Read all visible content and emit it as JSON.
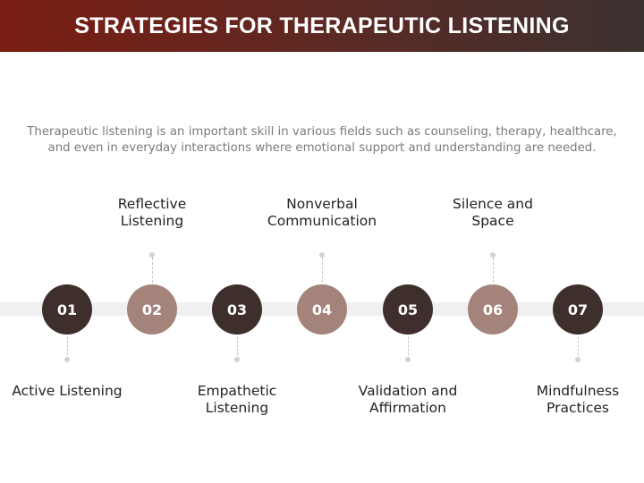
{
  "header": {
    "title": "STRATEGIES FOR THERAPEUTIC LISTENING"
  },
  "intro": {
    "line1": "Therapeutic listening is an important skill in various fields such as counseling, therapy, healthcare,",
    "line2": "and even in everyday interactions where emotional support and understanding are needed."
  },
  "steps": [
    {
      "num": "01",
      "label1": "Active Listening",
      "label2": ""
    },
    {
      "num": "02",
      "label1": "Reflective",
      "label2": "Listening"
    },
    {
      "num": "03",
      "label1": "Empathetic",
      "label2": "Listening"
    },
    {
      "num": "04",
      "label1": "Nonverbal",
      "label2": "Communication"
    },
    {
      "num": "05",
      "label1": "Validation and",
      "label2": "Affirmation"
    },
    {
      "num": "06",
      "label1": "Silence and",
      "label2": "Space"
    },
    {
      "num": "07",
      "label1": "Mindfulness",
      "label2": "Practices"
    }
  ],
  "colors": {
    "dark": "#3f2f2c",
    "light": "#a4847a",
    "header_start": "#7a1d12",
    "header_end": "#3b312f"
  }
}
